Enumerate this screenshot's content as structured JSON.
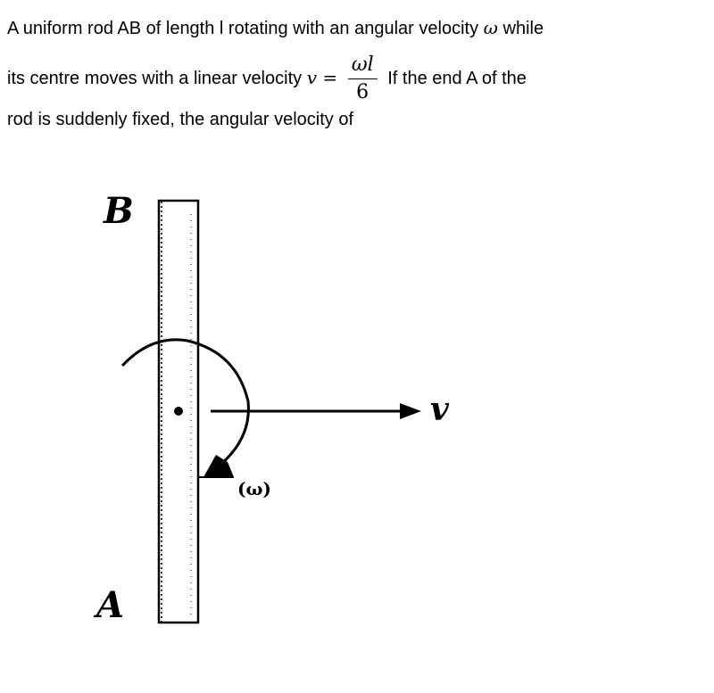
{
  "question": {
    "line1": "A uniform rod AB of length l rotating with an angular velocity",
    "omega": "ω",
    "line1_end": "while",
    "line2_start": "its centre moves with a linear velocity",
    "v_eq": "v =",
    "frac_num": "ωl",
    "frac_den": "6",
    "line2_end": "If the end A of the",
    "line3": "rod is suddenly fixed, the angular velocity of"
  },
  "figure": {
    "label_top": "B",
    "label_bottom": "A",
    "velocity_label": "v",
    "angular_label": "(ω)"
  }
}
